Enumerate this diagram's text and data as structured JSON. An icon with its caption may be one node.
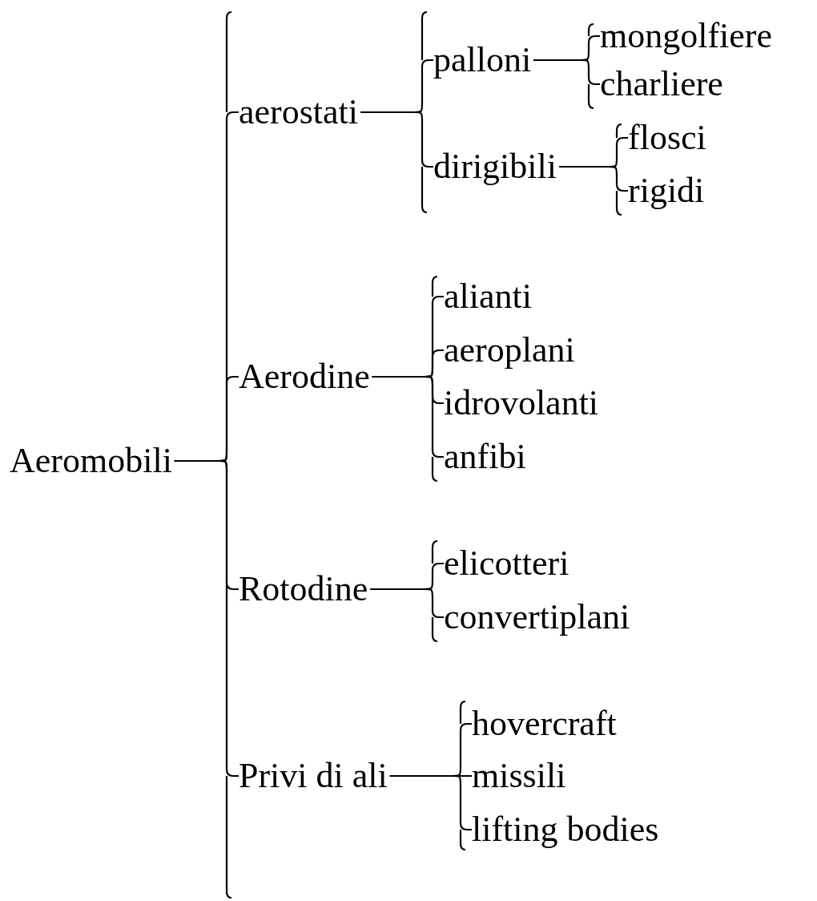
{
  "diagram": {
    "nodes": [
      {
        "text": [
          "Aeromobili"
        ]
      },
      {
        "text": [
          "aerostati"
        ]
      },
      {
        "text": [
          "palloni"
        ]
      },
      {
        "text": [
          "mongolfiere"
        ]
      },
      {
        "text": [
          "charliere"
        ]
      },
      {
        "text": [
          "dirigibili"
        ]
      },
      {
        "text": [
          "flosci"
        ]
      },
      {
        "text": [
          "rigidi"
        ]
      },
      {
        "text": [
          "Aerodine"
        ]
      },
      {
        "text": [
          "alianti"
        ]
      },
      {
        "text": [
          "aeroplani"
        ]
      },
      {
        "text": [
          "idrovolanti"
        ]
      },
      {
        "text": [
          "anfibi"
        ]
      },
      {
        "text": [
          "Rotodine"
        ]
      },
      {
        "text": [
          "elicotteri"
        ]
      },
      {
        "text": [
          "convertiplani"
        ]
      },
      {
        "text": [
          "Privi di ali"
        ]
      },
      {
        "text": [
          "hovercraft"
        ]
      },
      {
        "text": [
          "missili"
        ]
      },
      {
        "text": [
          "lifting bodies"
        ]
      }
    ],
    "edges": [
      {
        "from": 0,
        "to": 1,
        "arrow": "none"
      },
      {
        "from": 0,
        "to": 8,
        "arrow": "none"
      },
      {
        "from": 0,
        "to": 13,
        "arrow": "none"
      },
      {
        "from": 0,
        "to": 16,
        "arrow": "none"
      },
      {
        "from": 1,
        "to": 2,
        "arrow": "none"
      },
      {
        "from": 1,
        "to": 5,
        "arrow": "none"
      },
      {
        "from": 2,
        "to": 3,
        "arrow": "none"
      },
      {
        "from": 2,
        "to": 4,
        "arrow": "none"
      },
      {
        "from": 5,
        "to": 6,
        "arrow": "none"
      },
      {
        "from": 5,
        "to": 7,
        "arrow": "none"
      },
      {
        "from": 8,
        "to": 9,
        "arrow": "none"
      },
      {
        "from": 8,
        "to": 10,
        "arrow": "none"
      },
      {
        "from": 8,
        "to": 11,
        "arrow": "none"
      },
      {
        "from": 8,
        "to": 12,
        "arrow": "none"
      },
      {
        "from": 13,
        "to": 14,
        "arrow": "none"
      },
      {
        "from": 13,
        "to": 15,
        "arrow": "none"
      },
      {
        "from": 16,
        "to": 17,
        "arrow": "none"
      },
      {
        "from": 16,
        "to": 18,
        "arrow": "none"
      },
      {
        "from": 16,
        "to": 19,
        "arrow": "none"
      }
    ]
  }
}
